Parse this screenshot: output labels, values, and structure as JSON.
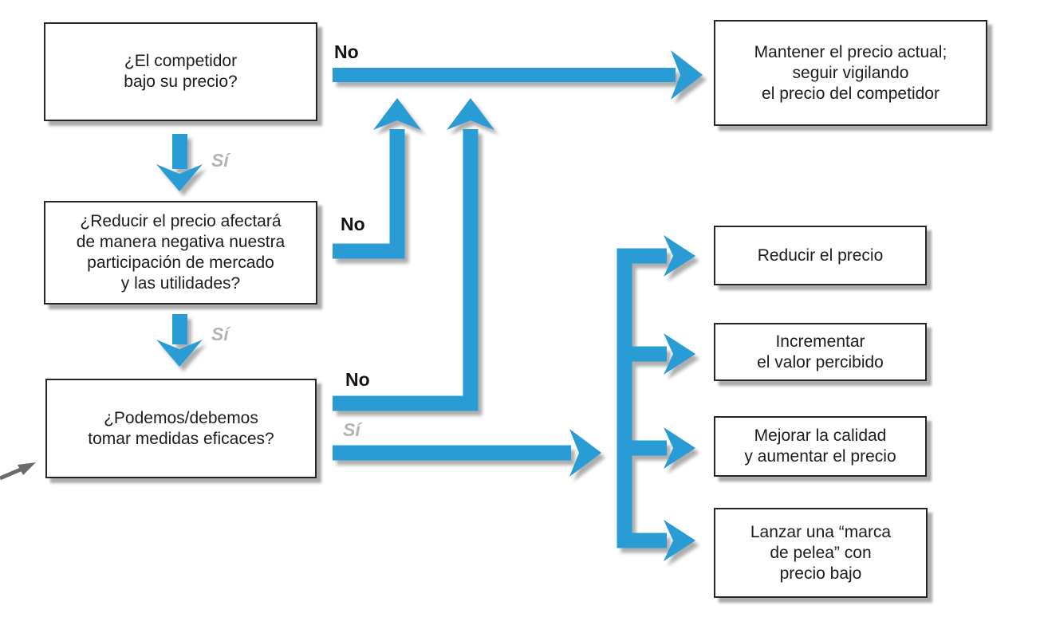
{
  "figure": {
    "type": "flowchart",
    "language": "es",
    "colors": {
      "arrow_blue": "#299cd6",
      "label_gray": "#b2b4b6",
      "box_border": "#262626",
      "entry_arrow_gray": "#6a6b6d"
    },
    "nodes": {
      "q_competitor": "¿El competidor\nbajo su precio?",
      "q_reduce_effect": "¿Reducir el precio afectará\nde manera negativa nuestra\nparticipación de mercado\ny las utilidades?",
      "q_measures": "¿Podemos/debemos\ntomar medidas eficaces?",
      "r_keep_price": "Mantener el precio actual;\nseguir vigilando\nel precio del competidor",
      "r_reduce_price": "Reducir el precio",
      "r_increase_value": "Incrementar\nel valor percibido",
      "r_improve_quality": "Mejorar la calidad\ny aumentar el precio",
      "r_fighting_brand": "Lanzar una “marca\nde pelea” con\nprecio bajo"
    },
    "edge_labels": {
      "no1": "No",
      "si1": "Sí",
      "no2": "No",
      "si2": "Sí",
      "no3": "No",
      "si3": "Sí"
    }
  }
}
